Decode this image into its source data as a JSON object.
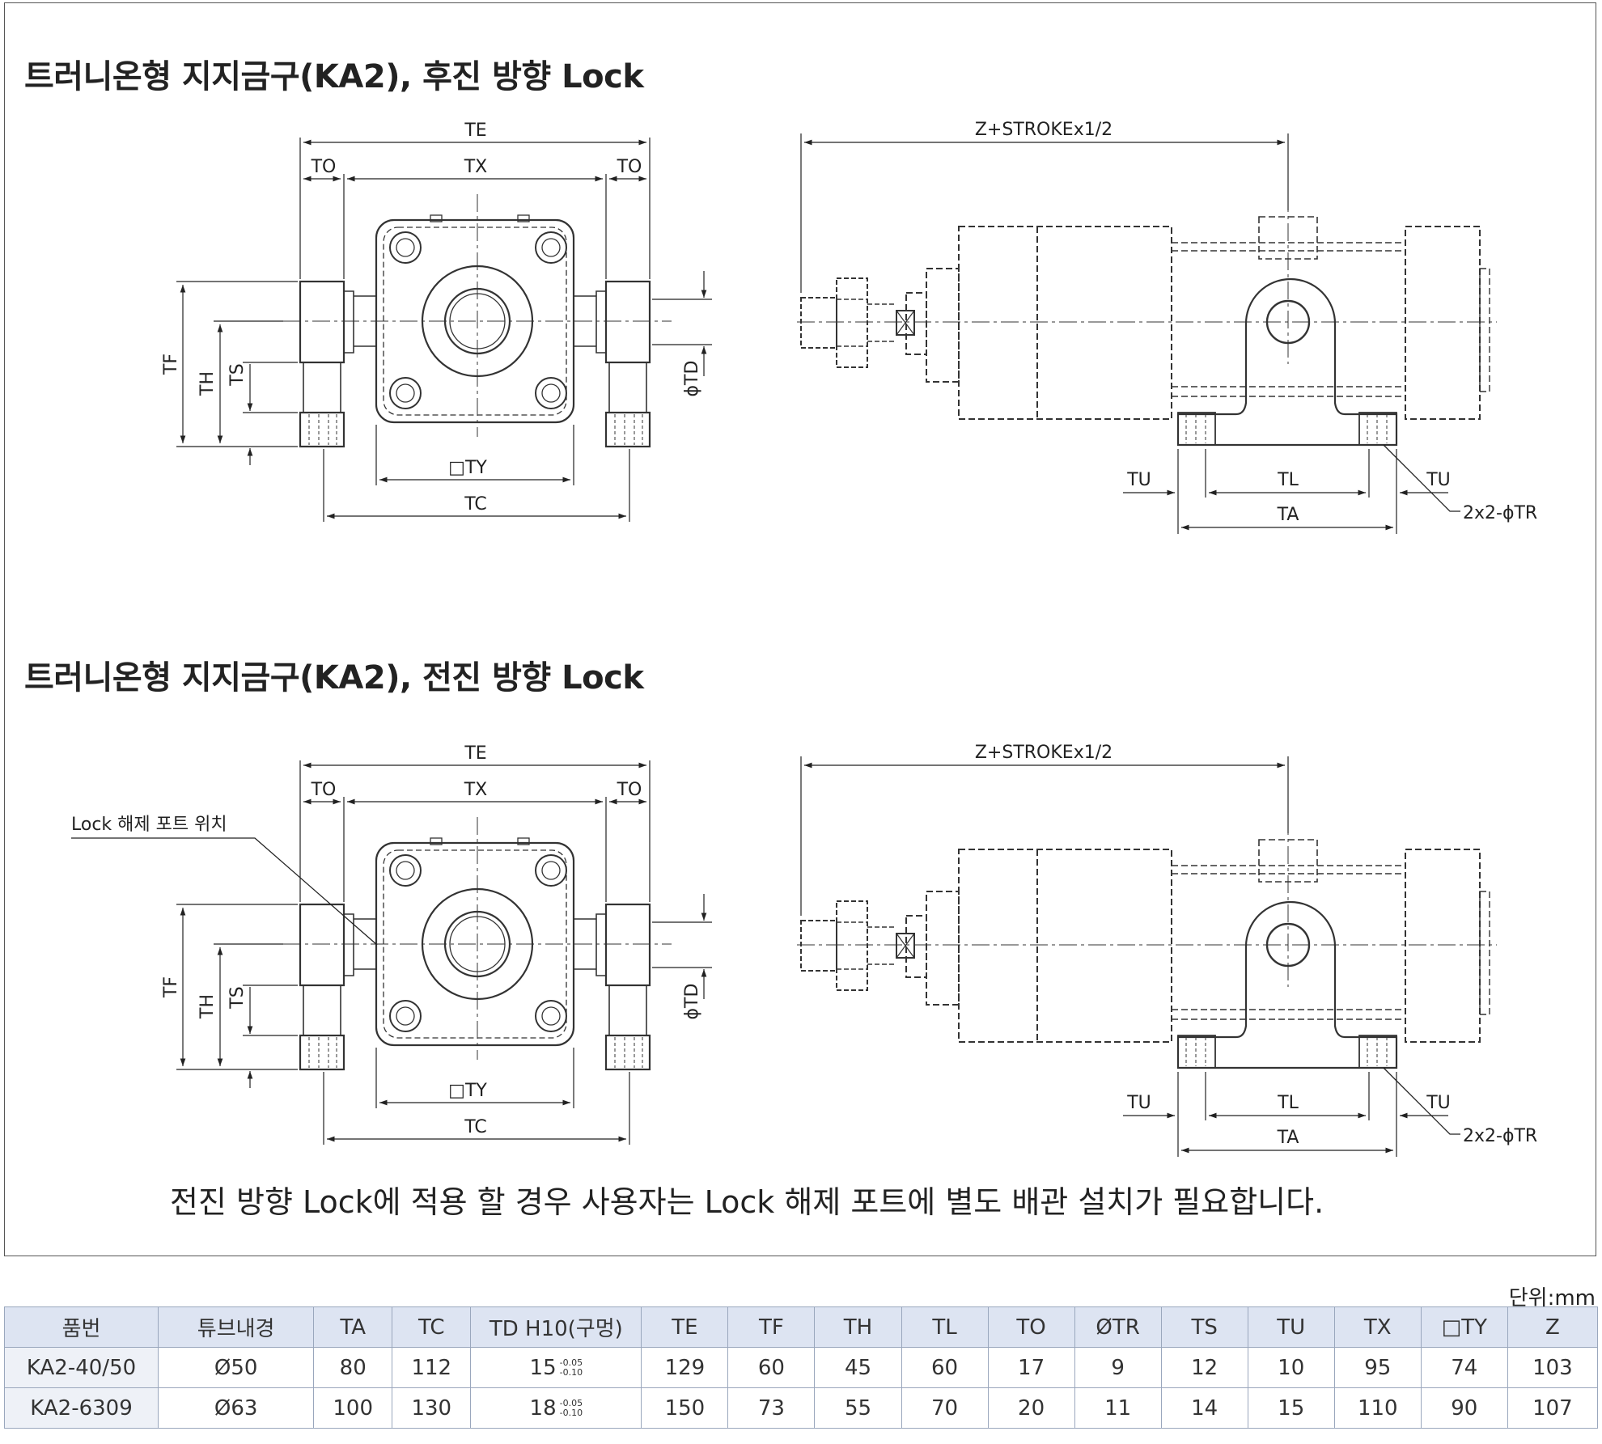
{
  "titles": {
    "top": "트러니온형 지지금구(KA2), 후진 방향 Lock",
    "bottom": "트러니온형 지지금구(KA2), 전진 방향 Lock"
  },
  "labels": {
    "TE": "TE",
    "TO": "TO",
    "TX": "TX",
    "TF": "TF",
    "TH": "TH",
    "TS": "TS",
    "TD": "ϕTD",
    "TY": "□TY",
    "TC": "TC",
    "Z": "Z+STROKEx1/2",
    "TU": "TU",
    "TL": "TL",
    "TA": "TA",
    "TR": "2x2-ϕTR",
    "lock_port": "Lock 해제 포트 위치"
  },
  "note": "전진 방향 Lock에 적용 할 경우 사용자는 Lock 해제 포트에 별도 배관 설치가 필요합니다.",
  "unit": "단위:mm",
  "table": {
    "headers": [
      "품번",
      "튜브내경",
      "TA",
      "TC",
      "TD H10(구멍)",
      "TE",
      "TF",
      "TH",
      "TL",
      "TO",
      "ØTR",
      "TS",
      "TU",
      "TX",
      "□TY",
      "Z"
    ],
    "rows": [
      {
        "model": "KA2-40/50",
        "bore": "Ø50",
        "TA": "80",
        "TC": "112",
        "TD": "15",
        "TD_tol_upper": "-0.05",
        "TD_tol_lower": "-0.10",
        "TE": "129",
        "TF": "60",
        "TH": "45",
        "TL": "60",
        "TO": "17",
        "TR": "9",
        "TS": "12",
        "TU": "10",
        "TX": "95",
        "TY": "74",
        "Z": "103"
      },
      {
        "model": "KA2-6309",
        "bore": "Ø63",
        "TA": "100",
        "TC": "130",
        "TD": "18",
        "TD_tol_upper": "-0.05",
        "TD_tol_lower": "-0.10",
        "TE": "150",
        "TF": "73",
        "TH": "55",
        "TL": "70",
        "TO": "20",
        "TR": "11",
        "TS": "14",
        "TU": "15",
        "TX": "110",
        "TY": "90",
        "Z": "107"
      }
    ]
  }
}
